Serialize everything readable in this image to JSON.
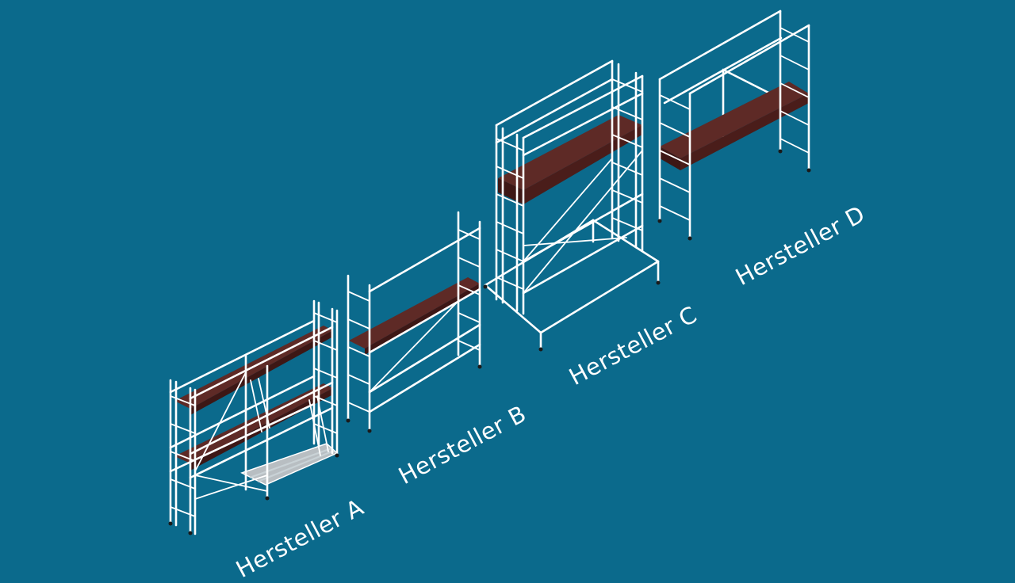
{
  "title": "",
  "colors": {
    "background": "#0b6a8c",
    "frame": "#ffffff",
    "platform_top": "#5e2a26",
    "platform_side": "#3d1715",
    "steel_deck": "#b8bec2"
  },
  "scaffolds": [
    {
      "label": "Hersteller A"
    },
    {
      "label": "Hersteller B"
    },
    {
      "label": "Hersteller C"
    },
    {
      "label": "Hersteller D"
    }
  ]
}
